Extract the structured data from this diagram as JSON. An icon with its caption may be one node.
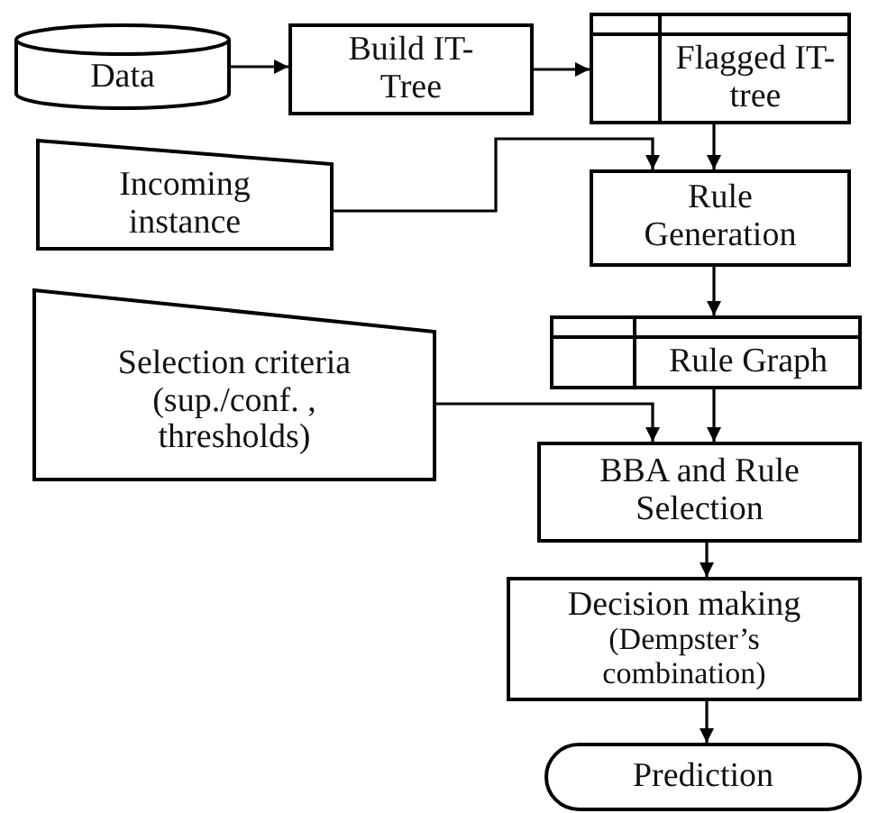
{
  "diagram": {
    "nodes": [
      {
        "text": [
          "Data"
        ]
      },
      {
        "text": [
          "Build IT-Tree"
        ]
      },
      {
        "text": [
          "Flagged IT-tree"
        ]
      },
      {
        "text": [
          "Incoming instance"
        ]
      },
      {
        "text": [
          "Rule Generation"
        ]
      },
      {
        "text": [
          "Selection criteria",
          "(sup./conf. , thresholds)"
        ]
      },
      {
        "text": [
          "Rule Graph"
        ]
      },
      {
        "text": [
          "BBA and Rule Selection"
        ]
      },
      {
        "text": [
          "Decision making",
          "(Dempster’s combination)"
        ]
      },
      {
        "text": [
          "Prediction"
        ]
      }
    ],
    "edges": [
      {
        "from": 0,
        "to": 1,
        "arrow": "to"
      },
      {
        "from": 1,
        "to": 2,
        "arrow": "to"
      },
      {
        "from": 2,
        "to": 4,
        "arrow": "to"
      },
      {
        "from": 3,
        "to": 4,
        "arrow": "to"
      },
      {
        "from": 4,
        "to": 6,
        "arrow": "to"
      },
      {
        "from": 5,
        "to": 7,
        "arrow": "to"
      },
      {
        "from": 6,
        "to": 7,
        "arrow": "to"
      },
      {
        "from": 7,
        "to": 8,
        "arrow": "to"
      },
      {
        "from": 8,
        "to": 9,
        "arrow": "to"
      }
    ]
  }
}
